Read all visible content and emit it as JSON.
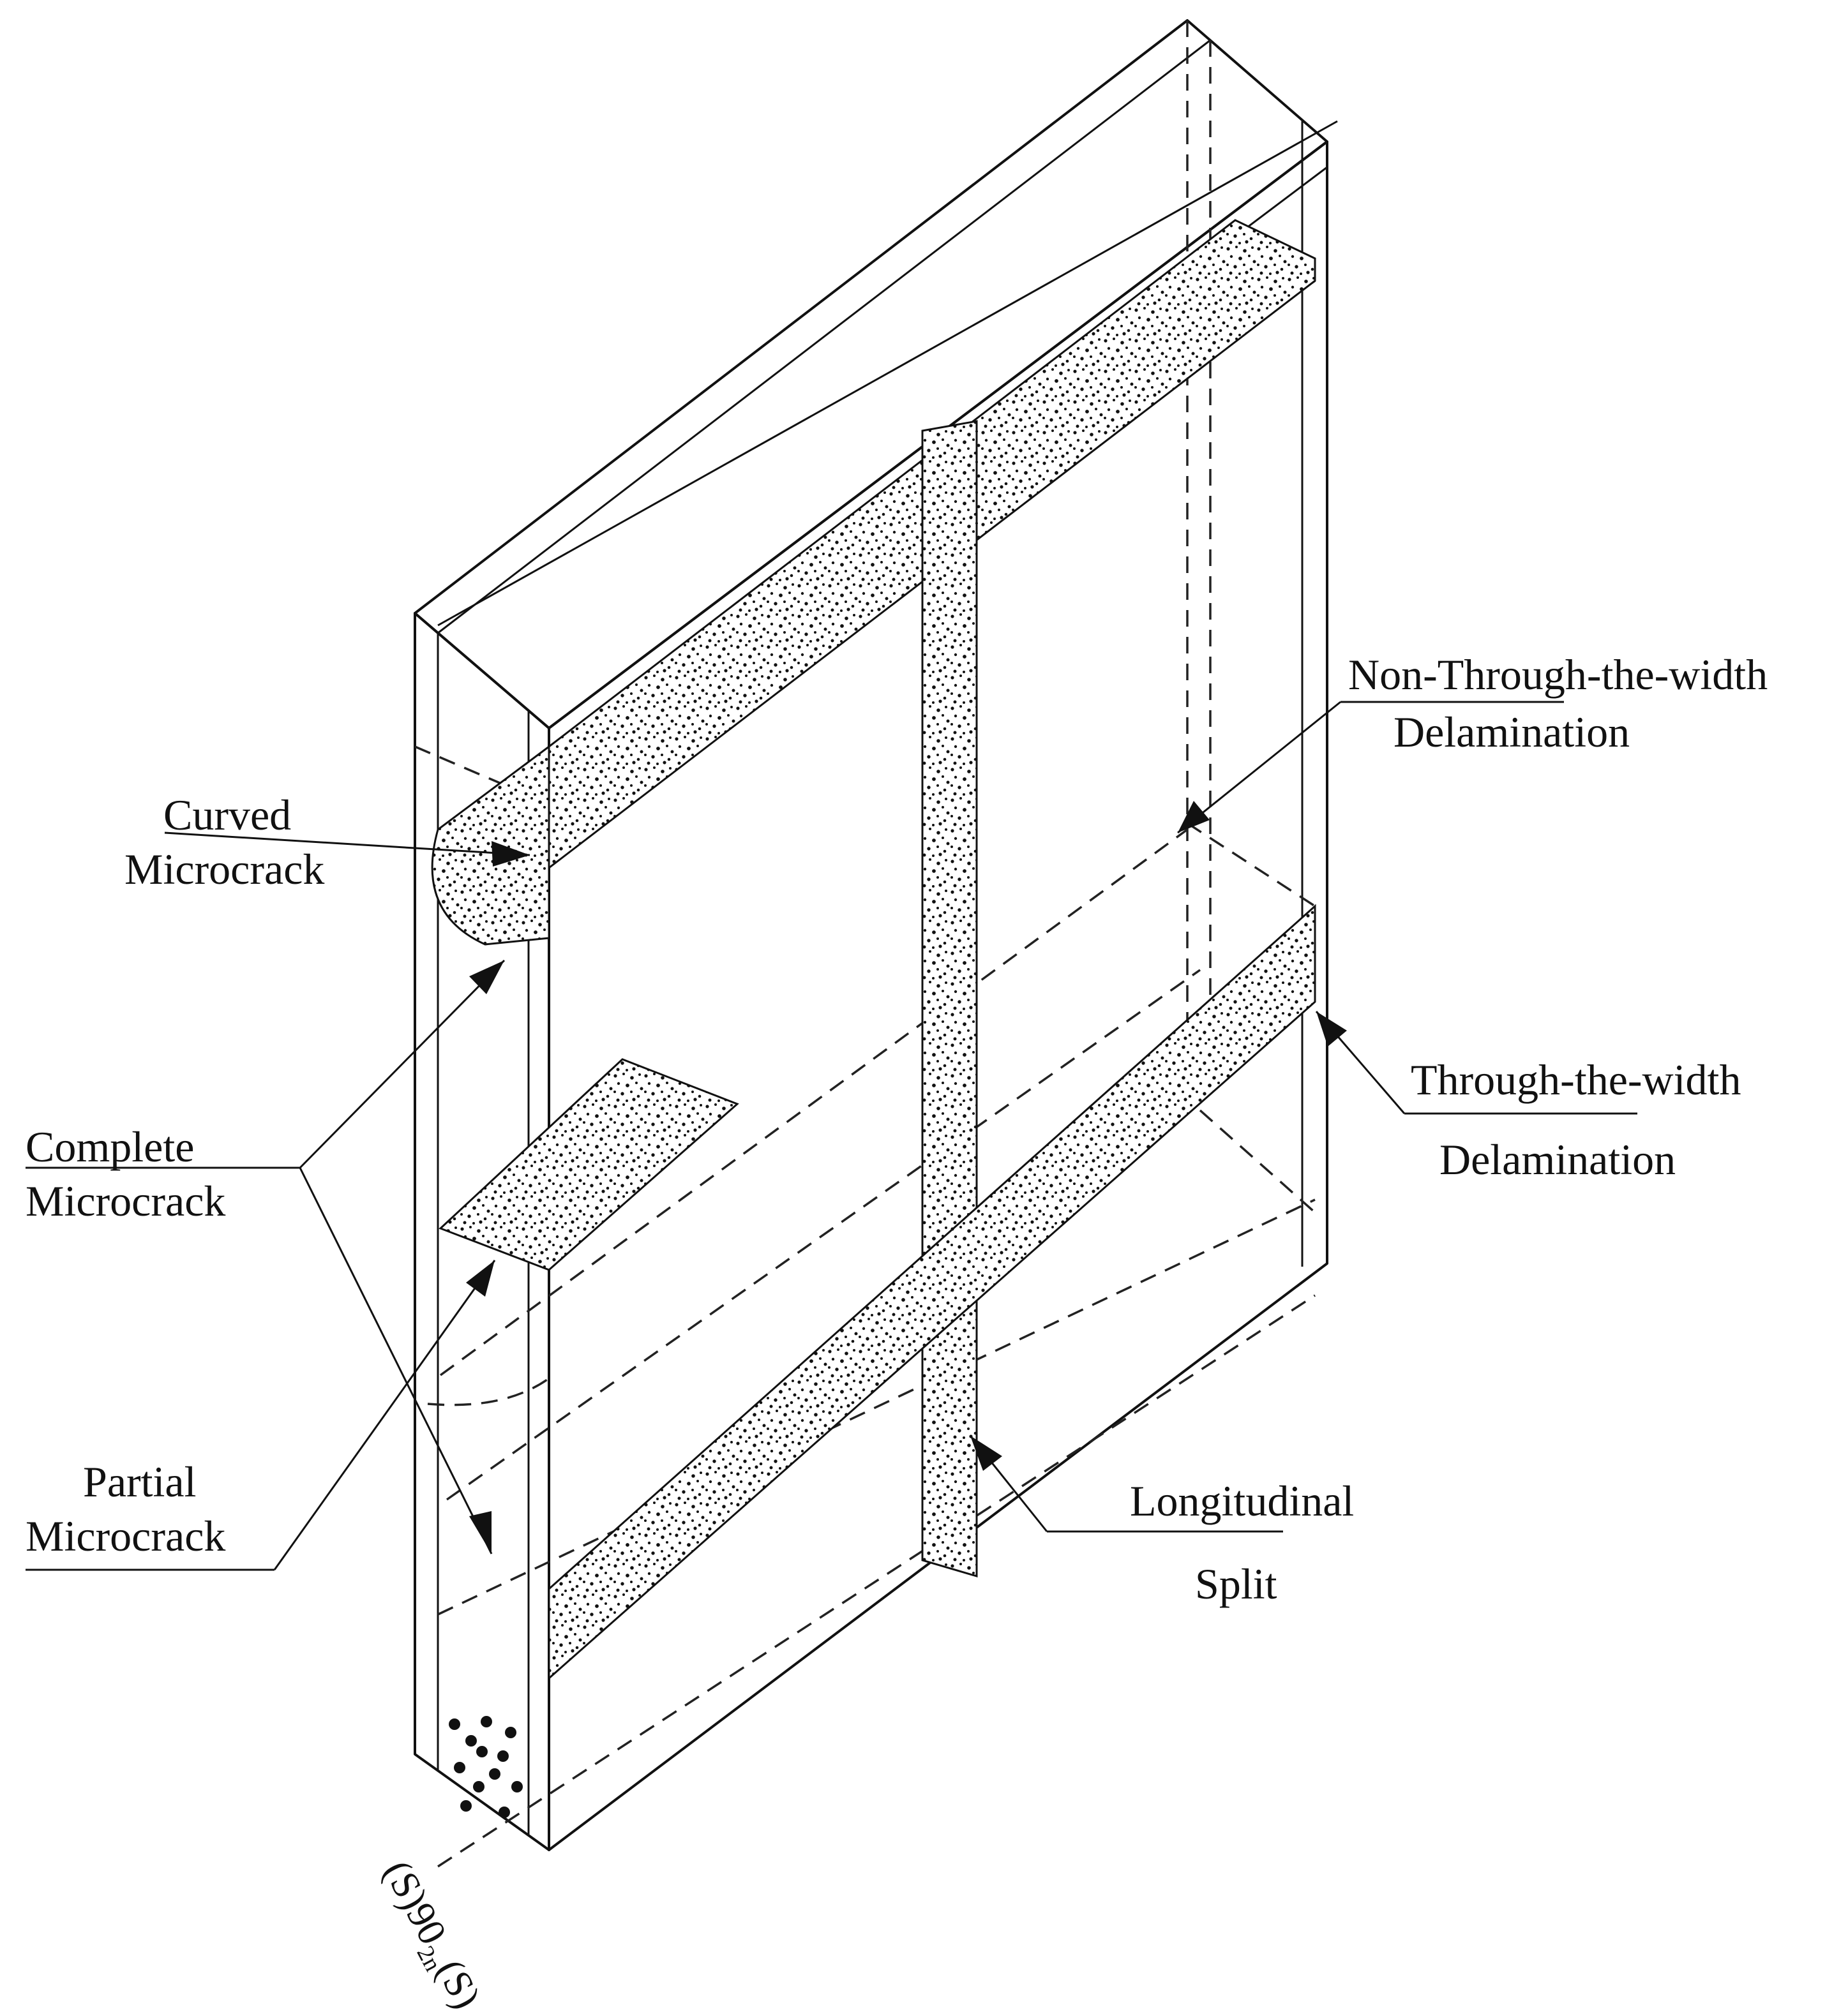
{
  "labels": {
    "curved_microcrack": [
      "Curved",
      "Microcrack"
    ],
    "complete_microcrack": [
      "Complete",
      "Microcrack"
    ],
    "partial_microcrack": [
      "Partial",
      "Microcrack"
    ],
    "non_through_delamination": [
      "Non-Through-the-width",
      "Delamination"
    ],
    "through_delamination": [
      "Through-the-width",
      "Delamination"
    ],
    "longitudinal_split": [
      "Longitudinal",
      "Split"
    ]
  },
  "ply_label": {
    "prefix": "(S)90",
    "subscript": "2n",
    "suffix": "(S)"
  },
  "colors": {
    "line": "#111111",
    "background": "#ffffff",
    "damage_shading": "stippled"
  }
}
